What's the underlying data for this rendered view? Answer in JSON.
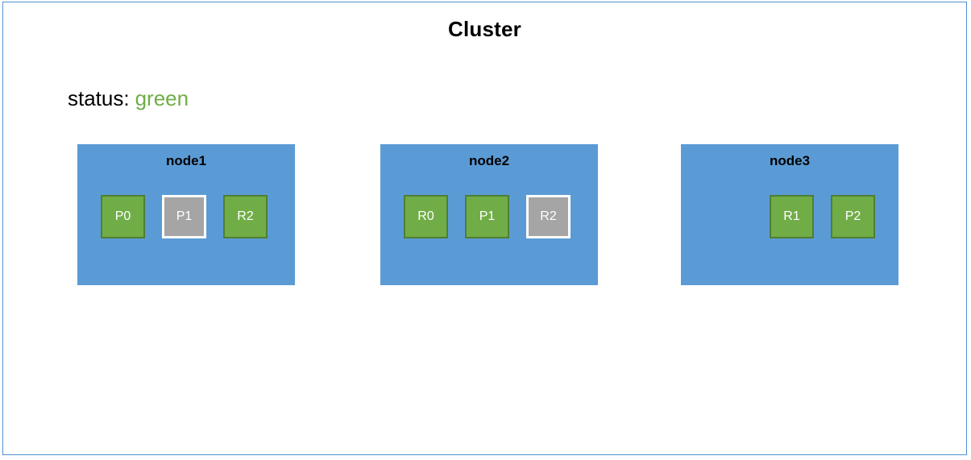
{
  "diagram": {
    "title": "Cluster",
    "status": {
      "label": "status:",
      "value": "green",
      "color": "#70AD47"
    },
    "colors": {
      "node_fill": "#5B9BD5",
      "shard_assigned_fill": "#70AD47",
      "shard_assigned_border": "#507E32",
      "shard_unassigned_fill": "#A5A5A5",
      "shard_unassigned_border": "#FFFFFF",
      "canvas_border": "#4F90D2"
    },
    "nodes": [
      {
        "name": "node1",
        "align": "left",
        "shards": [
          {
            "label": "P0",
            "state": "assigned"
          },
          {
            "label": "P1",
            "state": "unassigned"
          },
          {
            "label": "R2",
            "state": "assigned"
          }
        ]
      },
      {
        "name": "node2",
        "align": "left",
        "shards": [
          {
            "label": "R0",
            "state": "assigned"
          },
          {
            "label": "P1",
            "state": "assigned"
          },
          {
            "label": "R2",
            "state": "unassigned"
          }
        ]
      },
      {
        "name": "node3",
        "align": "right",
        "shards": [
          {
            "label": "R1",
            "state": "assigned"
          },
          {
            "label": "P2",
            "state": "assigned"
          }
        ]
      }
    ]
  }
}
